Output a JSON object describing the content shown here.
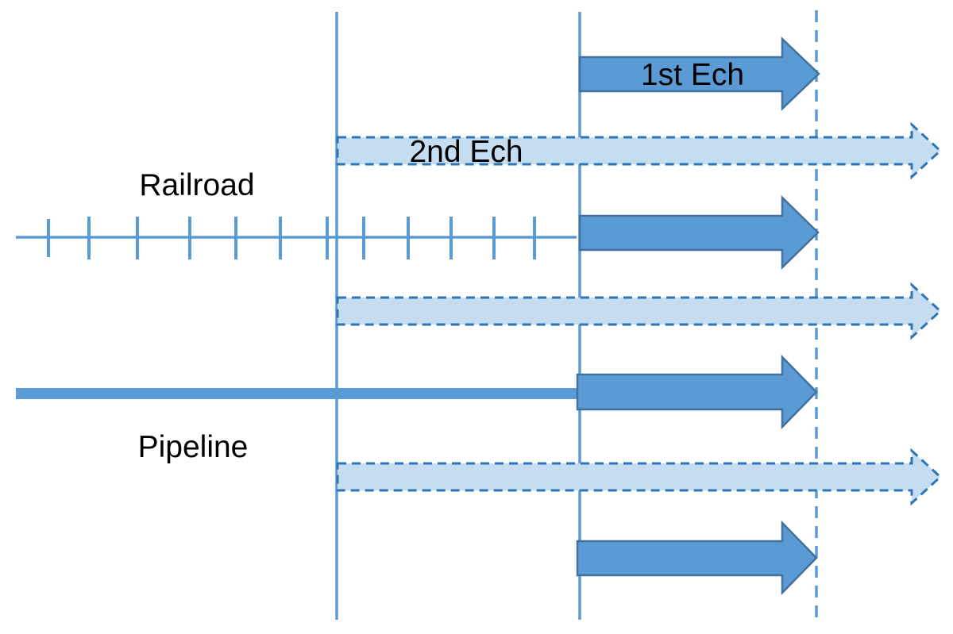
{
  "page": {
    "background": "#ffffff"
  },
  "colors": {
    "solid_fill": "#5b9bd5",
    "solid_border": "#41719c",
    "dashed_fill": "#c5ddf1",
    "dashed_border": "#2e75b6",
    "line": "#5b9bd5",
    "text": "#000000"
  },
  "labels": {
    "first_echelon": "1st Ech",
    "second_echelon": "2nd Ech",
    "railroad": "Railroad",
    "pipeline": "Pipeline"
  },
  "diagram": {
    "phase_lines": [
      {
        "name": "phase-line-1",
        "style": "solid"
      },
      {
        "name": "phase-line-2",
        "style": "solid"
      },
      {
        "name": "phase-line-objective",
        "style": "dashed"
      }
    ],
    "rows": [
      {
        "name": "first-echelon",
        "arrow": "solid",
        "label": "1st Ech"
      },
      {
        "name": "second-echelon",
        "arrow": "dashed",
        "label": "2nd Ech"
      },
      {
        "name": "railroad-solid",
        "arrow": "solid",
        "label": ""
      },
      {
        "name": "railroad-dashed",
        "arrow": "dashed",
        "label": ""
      },
      {
        "name": "pipeline-solid",
        "arrow": "solid",
        "label": ""
      },
      {
        "name": "pipeline-dashed",
        "arrow": "dashed",
        "label": ""
      },
      {
        "name": "bottom-solid",
        "arrow": "solid",
        "label": ""
      }
    ],
    "supply_lines": [
      {
        "name": "railroad-track",
        "label": "Railroad"
      },
      {
        "name": "pipeline-bar",
        "label": "Pipeline"
      }
    ]
  }
}
